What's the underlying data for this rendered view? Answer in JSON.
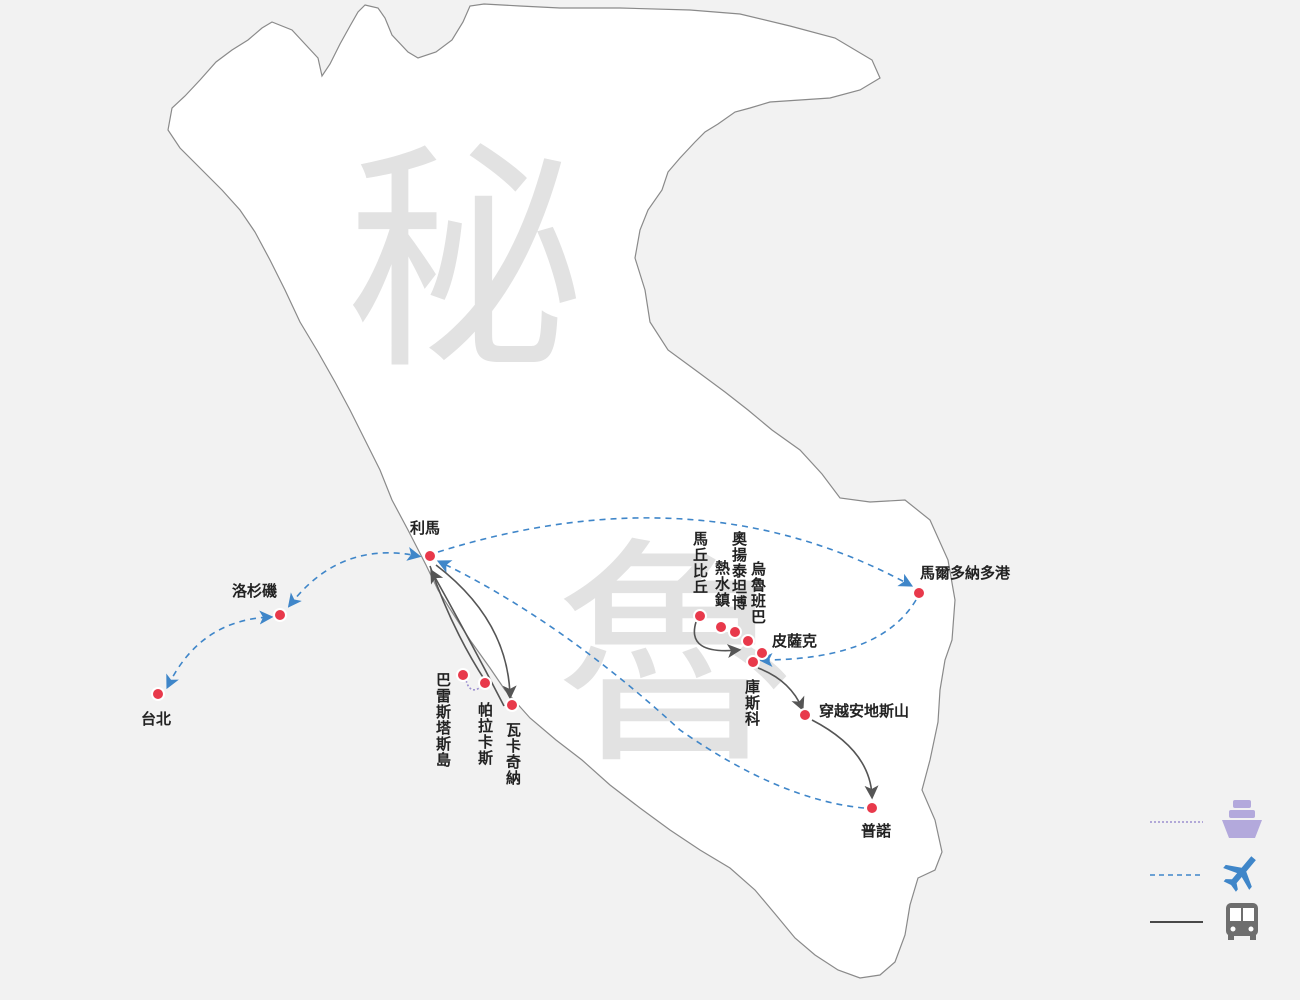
{
  "title_chars": [
    "秘",
    "魯"
  ],
  "colors": {
    "background": "#f2f2f2",
    "land": "#ffffff",
    "border": "#8a8a8a",
    "title": "#e2e2e2",
    "marker": "#e8394b",
    "air_route": "#3f86c9",
    "ground_route": "#555555",
    "boat_route": "#9b8fcf",
    "text": "#222222"
  },
  "places": {
    "taipei": "台北",
    "los_angeles": "洛杉磯",
    "lima": "利馬",
    "ballestas": "巴雷斯塔斯島",
    "paracas": "帕拉卡斯",
    "huacachina": "瓦卡奇納",
    "machu_picchu": "馬丘比丘",
    "aguas_calientes": "熱水鎮",
    "ollantaytambo": "奧揚泰坦博",
    "urubamba": "烏魯班巴",
    "pisac": "皮薩克",
    "cusco": "庫斯科",
    "andes_crossing": "穿越安地斯山",
    "puno": "普諾",
    "puerto_maldonado": "馬爾多納多港"
  },
  "legend": [
    {
      "mode": "boat",
      "icon": "ship-icon"
    },
    {
      "mode": "flight",
      "icon": "airplane-icon"
    },
    {
      "mode": "bus",
      "icon": "bus-icon"
    }
  ]
}
